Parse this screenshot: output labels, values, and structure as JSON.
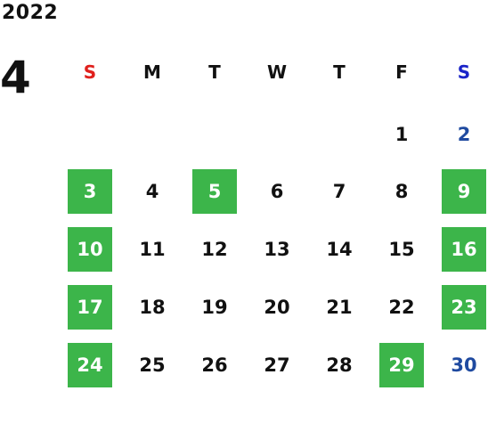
{
  "calendar": {
    "year": "2022",
    "month": "4",
    "weekdays": [
      "S",
      "M",
      "T",
      "W",
      "T",
      "F",
      "S"
    ],
    "weeks": [
      [
        {
          "day": ""
        },
        {
          "day": ""
        },
        {
          "day": ""
        },
        {
          "day": ""
        },
        {
          "day": ""
        },
        {
          "day": "1"
        },
        {
          "day": "2",
          "saturday": true
        }
      ],
      [
        {
          "day": "3",
          "highlighted": true
        },
        {
          "day": "4"
        },
        {
          "day": "5",
          "highlighted": true
        },
        {
          "day": "6"
        },
        {
          "day": "7"
        },
        {
          "day": "8"
        },
        {
          "day": "9",
          "highlighted": true
        }
      ],
      [
        {
          "day": "10",
          "highlighted": true
        },
        {
          "day": "11"
        },
        {
          "day": "12"
        },
        {
          "day": "13"
        },
        {
          "day": "14"
        },
        {
          "day": "15"
        },
        {
          "day": "16",
          "highlighted": true
        }
      ],
      [
        {
          "day": "17",
          "highlighted": true
        },
        {
          "day": "18"
        },
        {
          "day": "19"
        },
        {
          "day": "20"
        },
        {
          "day": "21"
        },
        {
          "day": "22"
        },
        {
          "day": "23",
          "highlighted": true
        }
      ],
      [
        {
          "day": "24",
          "highlighted": true
        },
        {
          "day": "25"
        },
        {
          "day": "26"
        },
        {
          "day": "27"
        },
        {
          "day": "28"
        },
        {
          "day": "29",
          "highlighted": true
        },
        {
          "day": "30",
          "saturday": true
        }
      ]
    ]
  },
  "colors": {
    "highlight": "#3cb54a",
    "sunday_header": "#e0201c",
    "saturday_header": "#1a24c8",
    "saturday_day": "#1f4aa0",
    "text": "#111111"
  }
}
